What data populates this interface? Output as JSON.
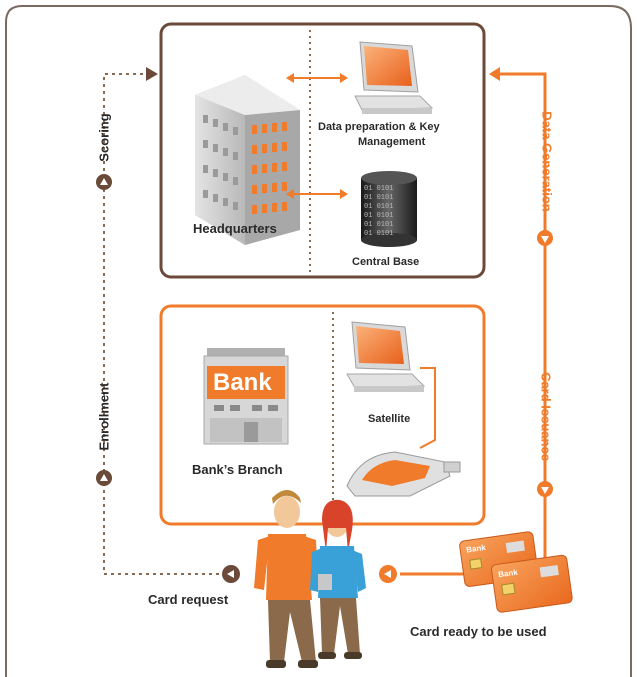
{
  "headquarters": {
    "label": "Headquarters",
    "data_prep_label": "Data preparation & Key Management",
    "data_prep_line1": "Data preparation & Key",
    "data_prep_line2": "Management",
    "central_base_label": "Central Base",
    "db_digits": "01 0101"
  },
  "branch": {
    "label": "Bank’s Branch",
    "bank_sign": "Bank",
    "satellite_label": "Satellite"
  },
  "flow": {
    "scoring": "Scoring",
    "enrollment": "Enrollment",
    "data_generation": "Data Generation",
    "card_issuance": "Card Issuance",
    "card_request": "Card request",
    "card_ready": "Card ready to be used"
  },
  "card": {
    "brand": "Bank"
  },
  "colors": {
    "accent": "#f07b2a",
    "frame": "#6b4a3a",
    "dotted": "#8a6a52",
    "text": "#2a2a2a",
    "circle_icon": "#6b4a3a"
  }
}
